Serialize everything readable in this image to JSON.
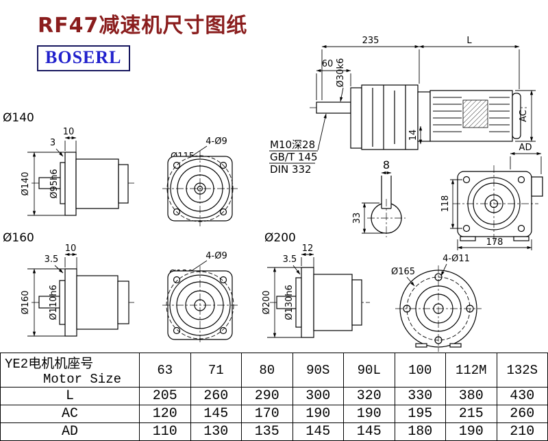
{
  "title": "RF47减速机尺寸图纸",
  "logo": "BOSERL",
  "views": {
    "main": {
      "dim_235": "235",
      "dim_l": "L",
      "dim_60": "60",
      "dim_shaft_dia": "Ø30k6",
      "dim_ac": "AC",
      "dim_14": "14",
      "thread_note_1": "M10深28",
      "thread_note_2": "GB/T 145",
      "thread_note_3": "DIN 332"
    },
    "key_section": {
      "dim_key_width": "8",
      "dim_33": "33"
    },
    "rear_view": {
      "dim_ad": "AD",
      "dim_118": "118",
      "dim_178": "178"
    },
    "flange_140": {
      "size_label": "Ø140",
      "dim_10": "10",
      "dim_3": "3",
      "dim_flange": "Ø140",
      "dim_spigot": "Ø95h6"
    },
    "flange_115": {
      "holes": "4-Ø9",
      "bolt_circle": "Ø115"
    },
    "flange_160": {
      "size_label": "Ø160",
      "dim_10": "10",
      "dim_35": "3.5",
      "dim_flange": "Ø160",
      "dim_spigot": "Ø110h6"
    },
    "flange_130": {
      "holes": "4-Ø9",
      "bolt_circle": "Ø130"
    },
    "flange_200": {
      "size_label": "Ø200",
      "dim_12": "12",
      "dim_35": "3.5",
      "dim_flange": "Ø200",
      "dim_spigot": "Ø130h6"
    },
    "flange_165": {
      "holes": "4-Ø11",
      "bolt_circle": "Ø165"
    }
  },
  "table": {
    "header_cn": "YE2电机机座号",
    "header_en": "Motor Size",
    "sizes": [
      "63",
      "71",
      "80",
      "90S",
      "90L",
      "100",
      "112M",
      "132S"
    ],
    "rows": [
      {
        "label": "L",
        "values": [
          "205",
          "260",
          "290",
          "300",
          "320",
          "330",
          "380",
          "430"
        ]
      },
      {
        "label": "AC",
        "values": [
          "120",
          "145",
          "170",
          "190",
          "190",
          "195",
          "215",
          "260"
        ]
      },
      {
        "label": "AD",
        "values": [
          "110",
          "130",
          "135",
          "145",
          "145",
          "180",
          "190",
          "210"
        ]
      }
    ]
  }
}
